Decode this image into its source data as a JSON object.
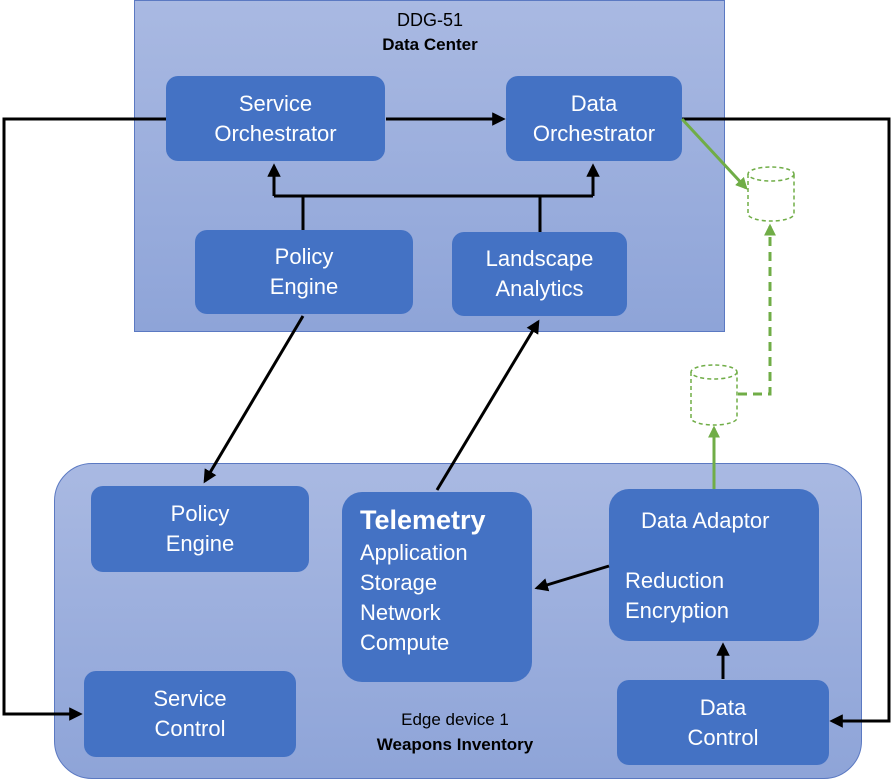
{
  "data_center": {
    "title": "DDG-51",
    "subtitle": "Data Center",
    "service_orchestrator": [
      "Service",
      "Orchestrator"
    ],
    "data_orchestrator": [
      "Data",
      "Orchestrator"
    ],
    "policy_engine": [
      "Policy",
      "Engine"
    ],
    "landscape_analytics": [
      "Landscape",
      "Analytics"
    ]
  },
  "edge": {
    "title": "Edge device 1",
    "subtitle": "Weapons Inventory",
    "policy_engine": [
      "Policy",
      "Engine"
    ],
    "telemetry": {
      "heading": "Telemetry",
      "items": [
        "Application",
        "Storage",
        "Network",
        "Compute"
      ]
    },
    "data_adaptor": {
      "heading": "Data Adaptor",
      "items": [
        "Reduction",
        "Encryption"
      ]
    },
    "service_control": [
      "Service",
      "Control"
    ],
    "data_control": [
      "Data",
      "Control"
    ]
  },
  "colors": {
    "box_fill": "#4472c4",
    "region_fill": "#a3b4df",
    "arrow_black": "#000000",
    "arrow_green": "#70ad47"
  }
}
